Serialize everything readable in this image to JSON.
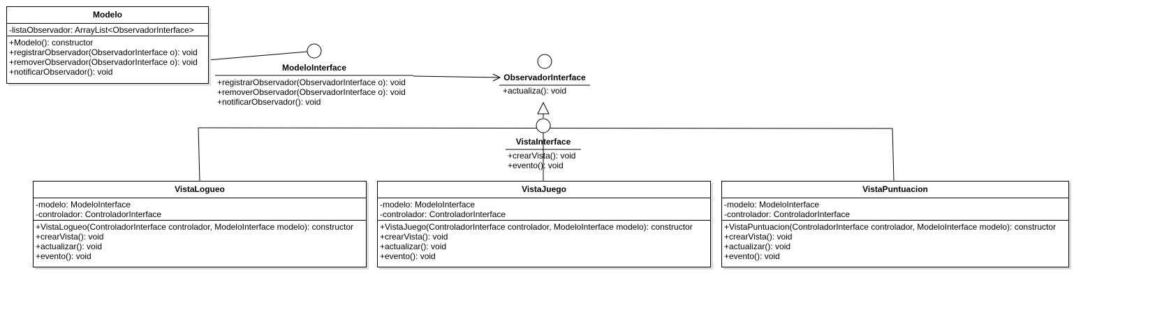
{
  "modelo": {
    "name": "Modelo",
    "attributes": [
      "-listaObservador: ArrayList<ObservadorInterface>"
    ],
    "operations": [
      "+Modelo(): constructor",
      "+registrarObservador(ObservadorInterface o): void",
      "+removerObservador(ObservadorInterface o): void",
      "+notificarObservador(): void"
    ]
  },
  "modelo_interface": {
    "name": "ModeloInterface",
    "operations": [
      "+registrarObservador(ObservadorInterface o): void",
      "+removerObservador(ObservadorInterface o): void",
      "+notificarObservador(): void"
    ]
  },
  "observador_interface": {
    "name": "ObservadorInterface",
    "operations": [
      "+actualiza(): void"
    ]
  },
  "vista_interface": {
    "name": "VistaInterface",
    "operations": [
      "+crearVista(): void",
      "+evento(): void"
    ]
  },
  "vista_logueo": {
    "name": "VistaLogueo",
    "attributes": [
      "-modelo: ModeloInterface",
      "-controlador: ControladorInterface"
    ],
    "operations": [
      "+VistaLogueo(ControladorInterface controlador, ModeloInterface modelo): constructor",
      "+crearVista(): void",
      "+actualizar(): void",
      "+evento(): void"
    ]
  },
  "vista_juego": {
    "name": "VistaJuego",
    "attributes": [
      "-modelo: ModeloInterface",
      "-controlador: ControladorInterface"
    ],
    "operations": [
      "+VistaJuego(ControladorInterface controlador, ModeloInterface modelo): constructor",
      "+crearVista(): void",
      "+actualizar(): void",
      "+evento(): void"
    ]
  },
  "vista_puntuacion": {
    "name": "VistaPuntuacion",
    "attributes": [
      "-modelo: ModeloInterface",
      "-controlador: ControladorInterface"
    ],
    "operations": [
      "+VistaPuntuacion(ControladorInterface controlador, ModeloInterface modelo): constructor",
      "+crearVista(): void",
      "+actualizar(): void",
      "+evento(): void"
    ]
  }
}
